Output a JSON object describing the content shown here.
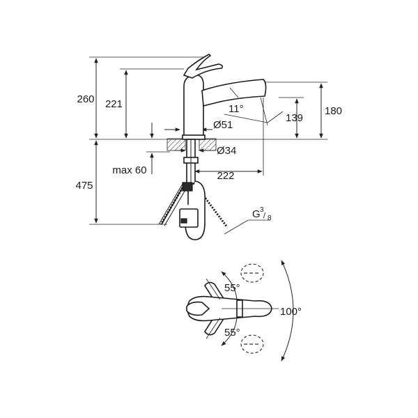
{
  "side_view": {
    "dim_total_height": "260",
    "dim_lever_height": "221",
    "dim_below_deck": "475",
    "dim_max_deck": "max 60",
    "dim_spout_height": "180",
    "dim_spout_clearance": "139",
    "dim_spout_angle": "11°",
    "dim_body_diameter": "Ø51",
    "dim_hole_diameter": "Ø34",
    "dim_reach": "222",
    "thread_G": "G",
    "thread_num": "3",
    "thread_den": "8"
  },
  "top_view": {
    "angle_upper": "55°",
    "angle_lower": "55°",
    "angle_total": "100°"
  },
  "colors": {
    "line": "#222222",
    "background": "#ffffff"
  }
}
